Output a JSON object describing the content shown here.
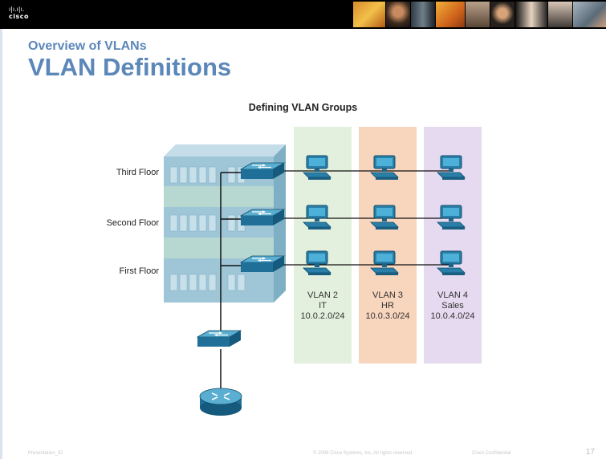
{
  "header": {
    "brand": "cisco",
    "kicker": "Overview of VLANs",
    "title": "VLAN Definitions"
  },
  "diagram": {
    "title": "Defining VLAN Groups",
    "floors": [
      "Third Floor",
      "Second Floor",
      "First Floor"
    ],
    "vlans": [
      {
        "name": "VLAN 2",
        "dept": "IT",
        "subnet": "10.0.2.0/24",
        "color": "#e3f0dd"
      },
      {
        "name": "VLAN 3",
        "dept": "HR",
        "subnet": "10.0.3.0/24",
        "color": "#f8d5bd"
      },
      {
        "name": "VLAN 4",
        "dept": "Sales",
        "subnet": "10.0.4.0/24",
        "color": "#e6daf0"
      }
    ]
  },
  "footer": {
    "left": "Presentation_ID",
    "center": "© 2008 Cisco Systems, Inc. All rights reserved.",
    "right": "Cisco Confidential",
    "page": "17"
  },
  "colors": {
    "accent": "#5b87b9",
    "device": "#1f6f99",
    "building": "#9fc6d6"
  }
}
